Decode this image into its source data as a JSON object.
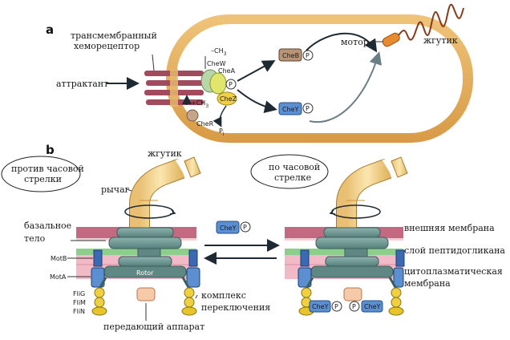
{
  "panel_a": {
    "label": "a",
    "receptor": "трансмембранный\nхеморецептор",
    "attractant": "аттрактант",
    "motor": "мотор",
    "flagellum": "жгутик",
    "ch3_top": "–CH",
    "ch3_top_sub": "3",
    "chew": "CheW",
    "chea": "CheA",
    "ch3_left": "+CH",
    "ch3_left_sub": "3",
    "chez": "CheZ",
    "cher": "CheR",
    "pi": "P",
    "pi_sub": "i",
    "cheb": "CheB",
    "chey": "CheY",
    "p": "P"
  },
  "panel_b": {
    "label": "b",
    "ccw": "против часовой\nстрелки",
    "cw": "по часовой\nстрелке",
    "flagellum": "жгутик",
    "hook": "рычаг",
    "basal_body": "базальное\nтело",
    "motb": "MotB",
    "mota": "MotA",
    "rotor": "Rotor",
    "flig": "FliG",
    "flim": "FliM",
    "flin": "FliN",
    "switch": "комплекс\nпереключения",
    "export": "передающий аппарат",
    "chey": "CheY",
    "p": "P",
    "outer_membrane": "внешняя мембрана",
    "peptidoglycan": "слой пептидогликана",
    "cytoplasmic": "цитоплазматическая\nмембрана"
  },
  "colors": {
    "cell_wall": "#e2ad5b",
    "outer_membrane": "#c36a82",
    "peptidoglycan": "#8bcf8b",
    "inner_membrane": "#f2b9c6",
    "motor_body": "#6d9591",
    "hook": "#f4d48c",
    "switch_yellow": "#f0d040",
    "chey_blue": "#5b8fd1",
    "cheb_brown": "#b89477"
  }
}
